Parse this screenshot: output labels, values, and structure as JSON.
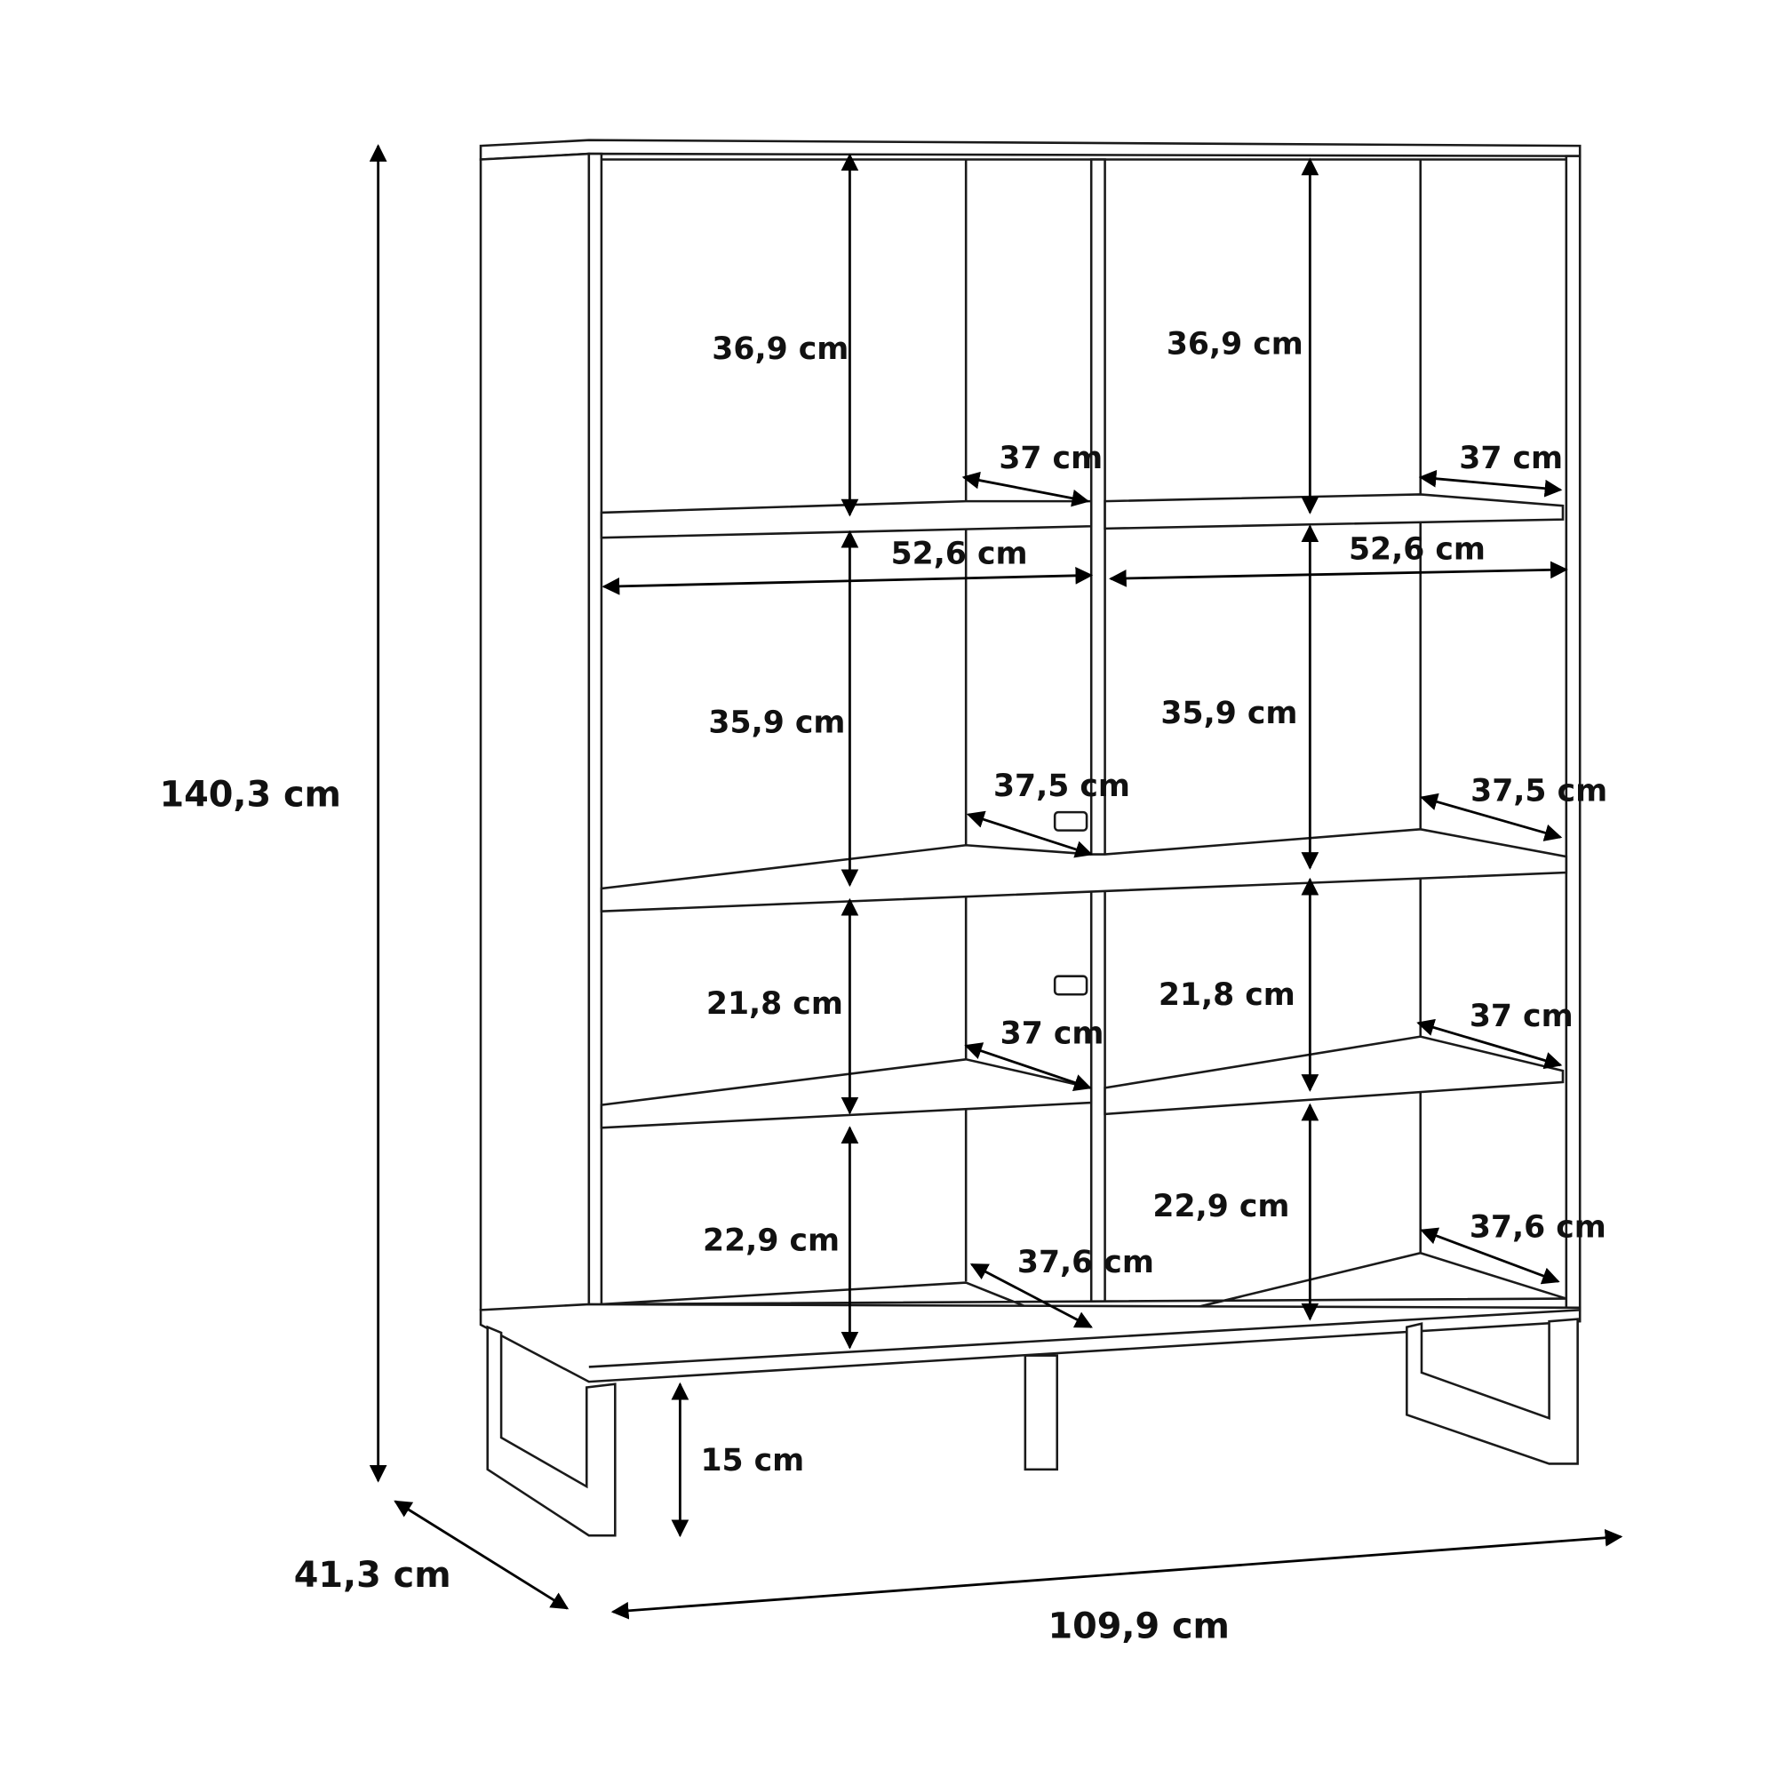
{
  "overall": {
    "height": "140,3 cm",
    "depth": "41,3 cm",
    "width": "109,9 cm",
    "leg_height": "15 cm"
  },
  "left_column": {
    "heights": [
      "36,9 cm",
      "35,9 cm",
      "21,8 cm",
      "22,9 cm"
    ],
    "width": "52,6 cm",
    "depths": [
      "37 cm",
      "37,5 cm",
      "37 cm",
      "37,6 cm"
    ]
  },
  "right_column": {
    "heights": [
      "36,9 cm",
      "35,9 cm",
      "21,8 cm",
      "22,9 cm"
    ],
    "width": "52,6 cm",
    "depths": [
      "37 cm",
      "37,5 cm",
      "37 cm",
      "37,6 cm"
    ]
  }
}
